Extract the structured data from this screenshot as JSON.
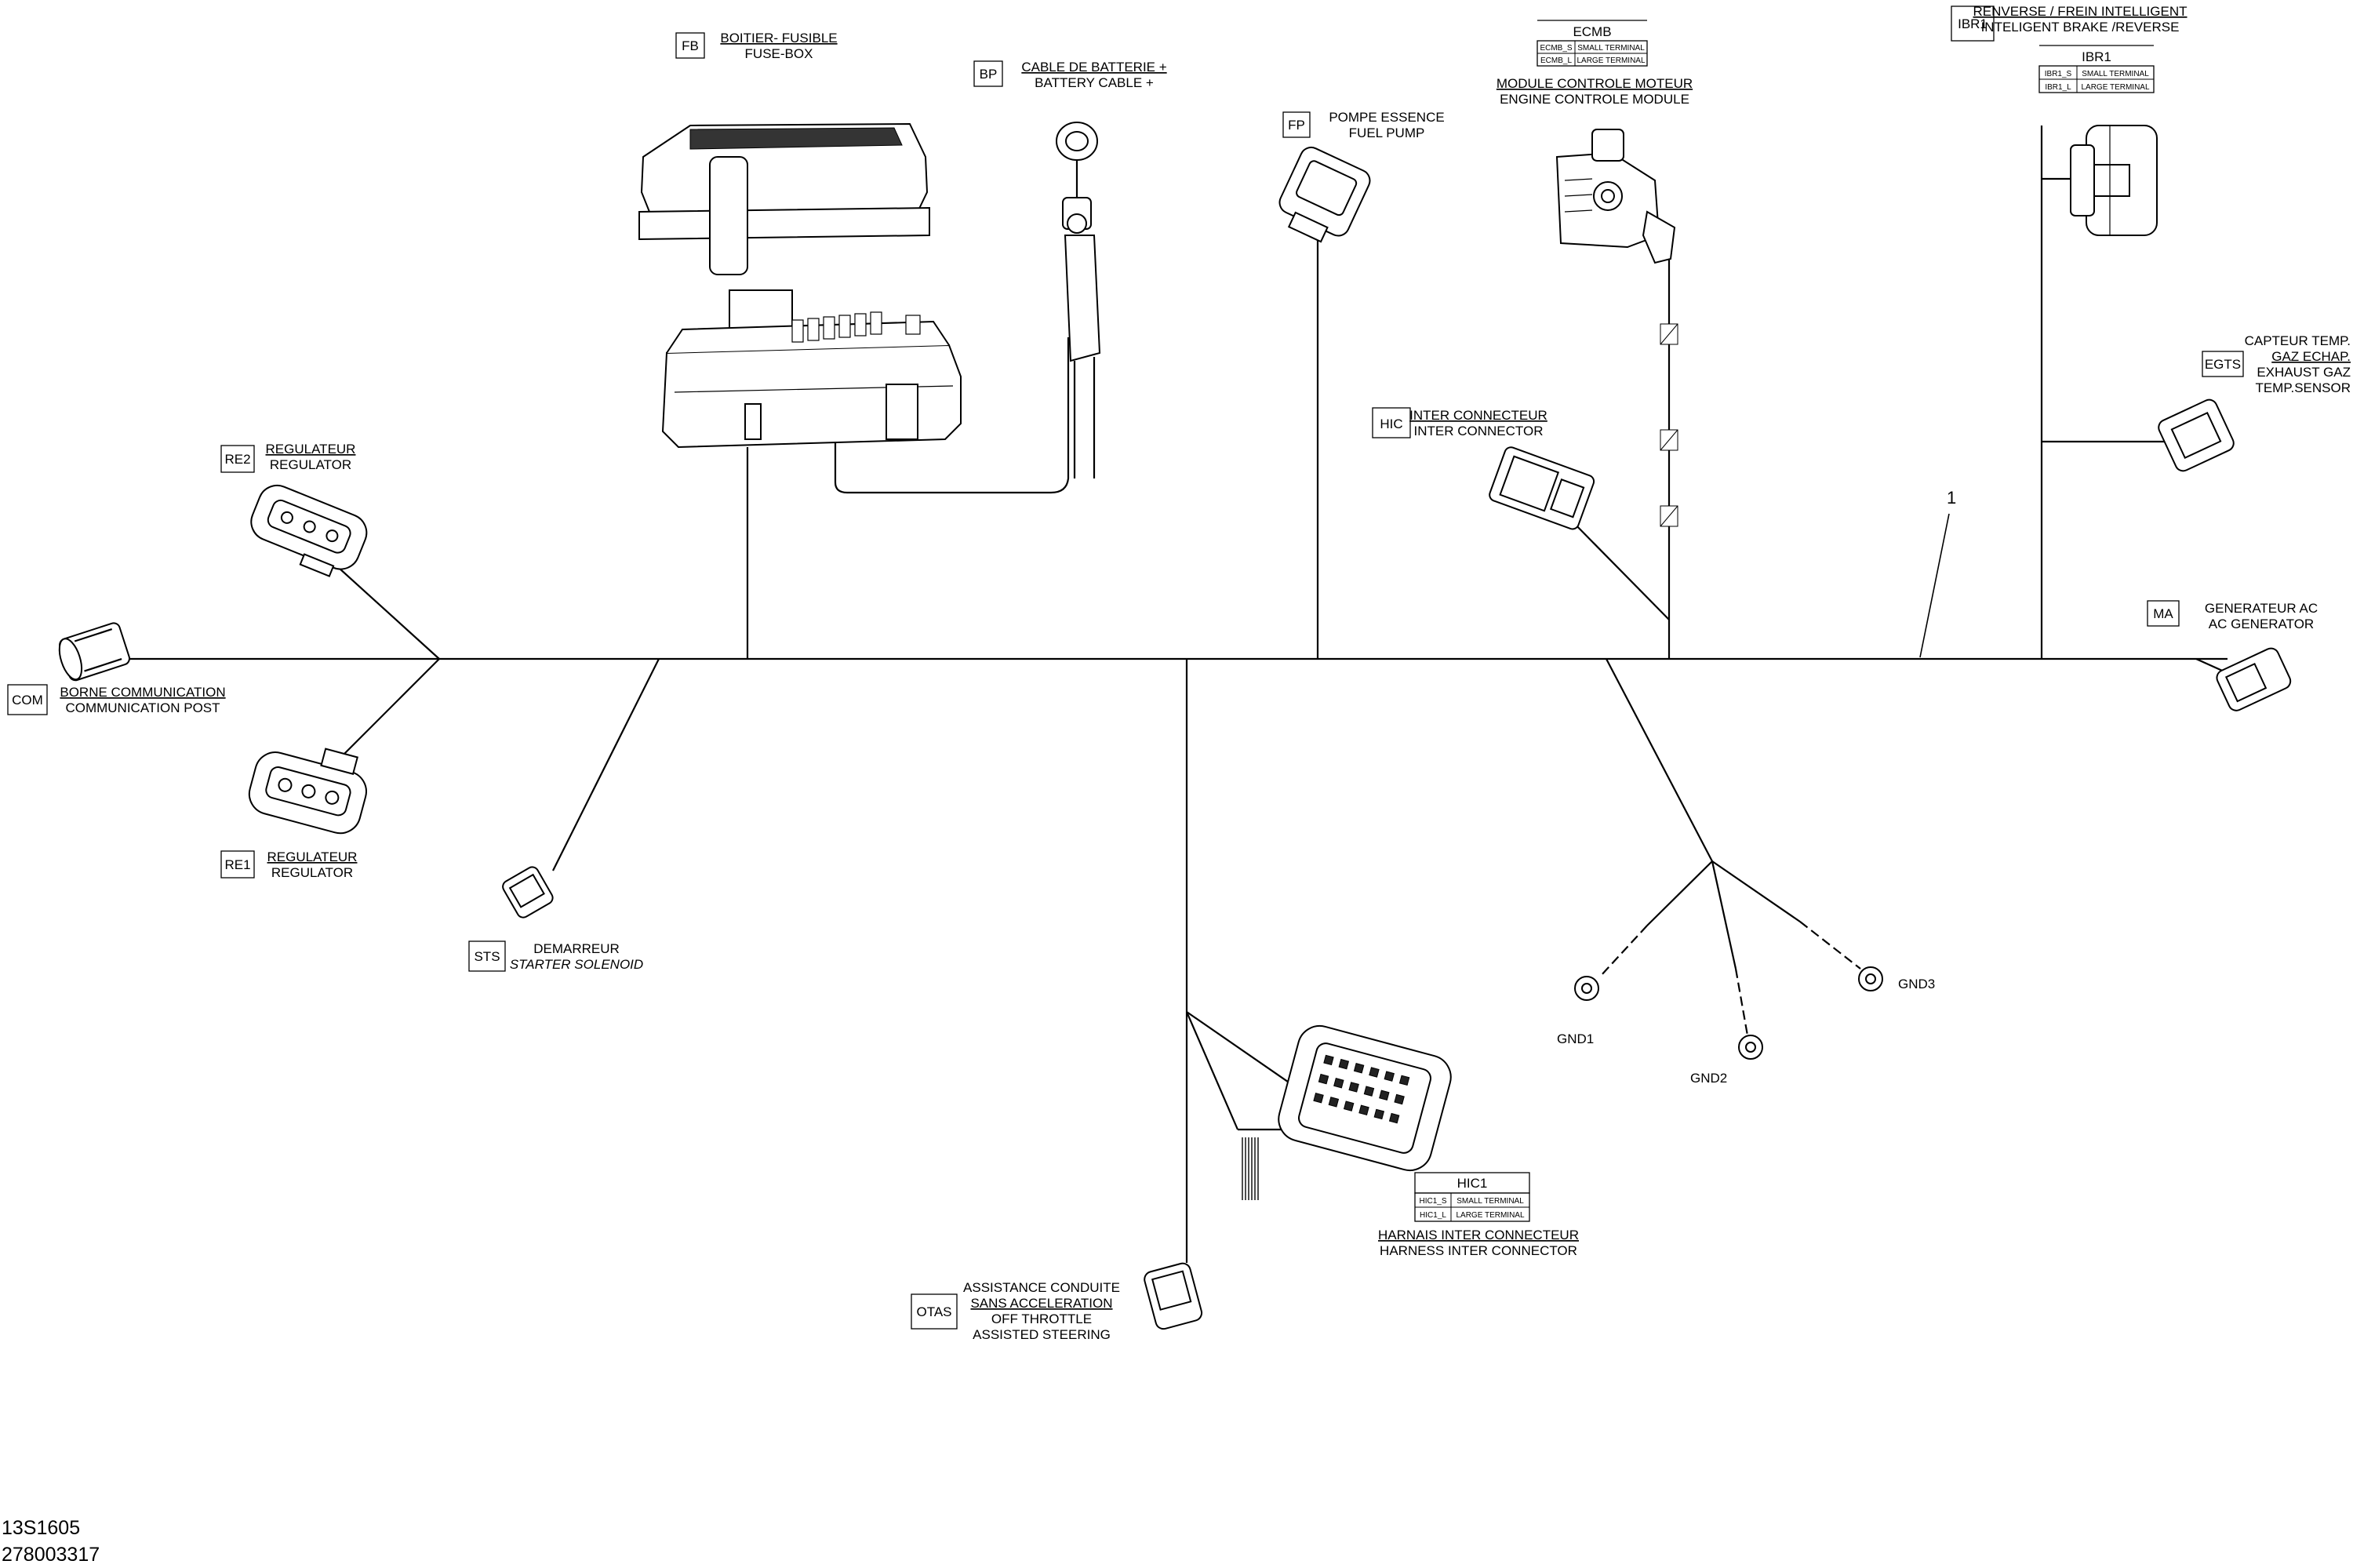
{
  "connectors": {
    "fb": {
      "code": "FB",
      "fr": "BOITIER- FUSIBLE",
      "en": "FUSE-BOX"
    },
    "bp": {
      "code": "BP",
      "fr": "CABLE DE BATTERIE +",
      "en": "BATTERY CABLE +"
    },
    "fp": {
      "code": "FP",
      "fr": "POMPE ESSENCE",
      "en": "FUEL PUMP"
    },
    "ecmb": {
      "code": "ECMB",
      "fr": "MODULE CONTROLE MOTEUR",
      "en": "ENGINE CONTROLE MODULE",
      "table": [
        {
          "id": "ECMB_S",
          "desc": "SMALL TERMINAL"
        },
        {
          "id": "ECMB_L",
          "desc": "LARGE TERMINAL"
        }
      ]
    },
    "ibr1": {
      "code": "IBR1",
      "fr": "RENVERSE / FREIN INTELLIGENT",
      "en": "INTELIGENT BRAKE /REVERSE",
      "table": [
        {
          "id": "IBR1_S",
          "desc": "SMALL TERMINAL"
        },
        {
          "id": "IBR1_L",
          "desc": "LARGE TERMINAL"
        }
      ]
    },
    "egts": {
      "code": "EGTS",
      "lines": [
        "CAPTEUR TEMP.",
        "GAZ ECHAP.",
        "EXHAUST GAZ",
        "TEMP.SENSOR"
      ]
    },
    "hic": {
      "code": "HIC",
      "fr": "INTER CONNECTEUR",
      "en": "INTER CONNECTOR"
    },
    "re2": {
      "code": "RE2",
      "fr": "REGULATEUR",
      "en": "REGULATOR"
    },
    "re1": {
      "code": "RE1",
      "fr": "REGULATEUR",
      "en": "REGULATOR"
    },
    "com": {
      "code": "COM",
      "fr": "BORNE COMMUNICATION",
      "en": "COMMUNICATION POST"
    },
    "ma": {
      "code": "MA",
      "fr": "GENERATEUR AC",
      "en": "AC GENERATOR"
    },
    "sts": {
      "code": "STS",
      "fr": "DEMARREUR",
      "en": "STARTER SOLENOID"
    },
    "hic1": {
      "code": "HIC1",
      "fr": "HARNAIS INTER CONNECTEUR",
      "en": "HARNESS INTER CONNECTOR",
      "table": [
        {
          "id": "HIC1_S",
          "desc": "SMALL TERMINAL"
        },
        {
          "id": "HIC1_L",
          "desc": "LARGE TERMINAL"
        }
      ]
    },
    "otas": {
      "code": "OTAS",
      "lines": [
        "ASSISTANCE CONDUITE",
        "SANS ACCELERATION",
        "OFF THROTTLE",
        "ASSISTED STEERING"
      ]
    },
    "gnd1": {
      "code": "GND1"
    },
    "gnd2": {
      "code": "GND2"
    },
    "gnd3": {
      "code": "GND3"
    }
  },
  "callout": "1",
  "footer": {
    "line1": "13S1605",
    "line2": "278003317"
  }
}
